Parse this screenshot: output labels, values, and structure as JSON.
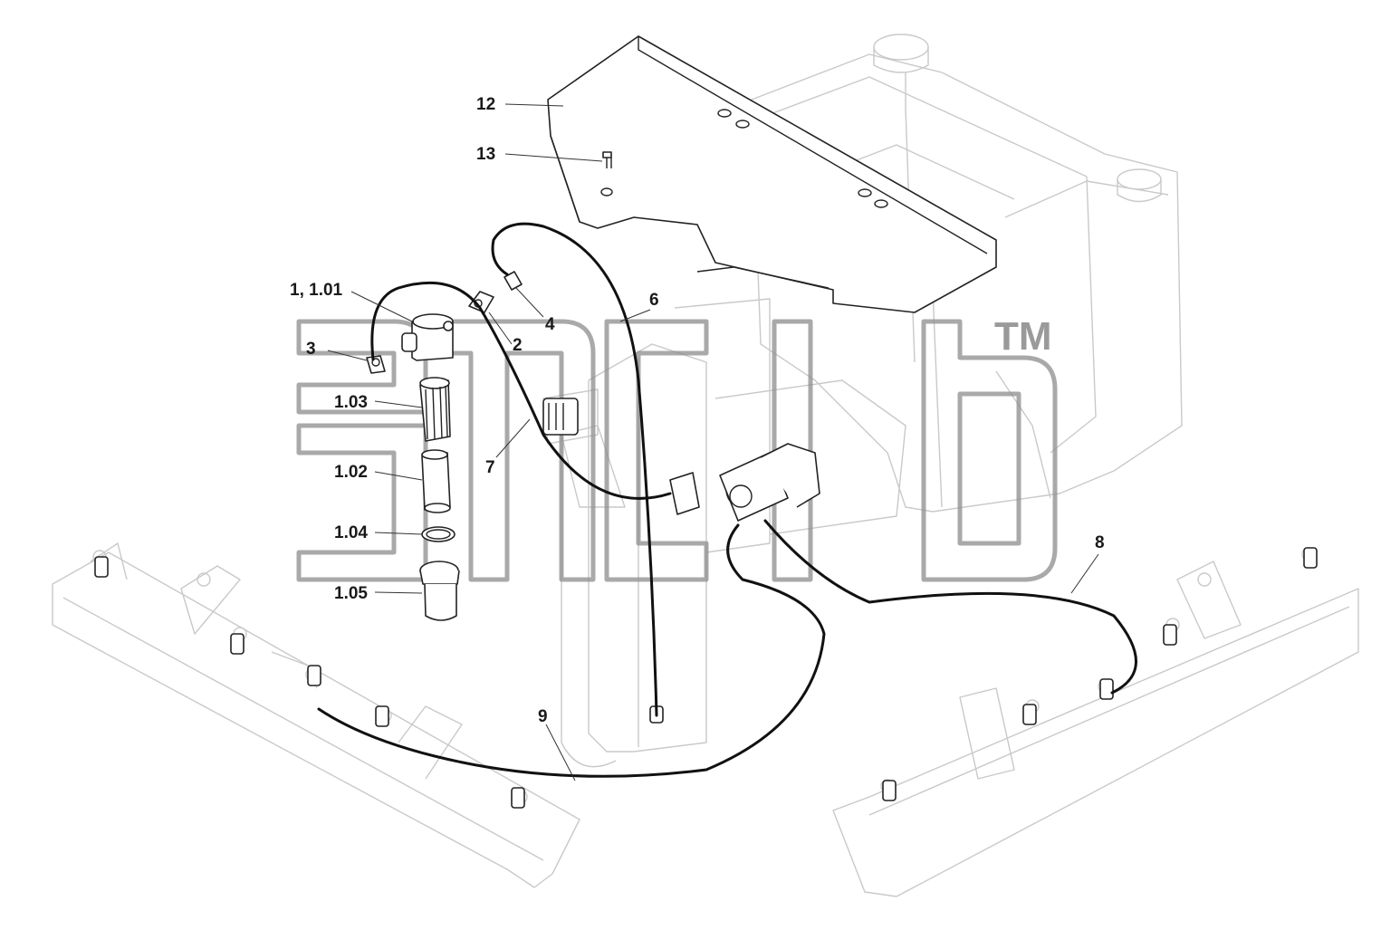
{
  "diagram": {
    "trademark": "TM",
    "callouts": [
      {
        "id": "12",
        "text": "12"
      },
      {
        "id": "13",
        "text": "13"
      },
      {
        "id": "1-101",
        "text": "1, 1.01"
      },
      {
        "id": "3",
        "text": "3"
      },
      {
        "id": "2",
        "text": "2"
      },
      {
        "id": "4",
        "text": "4"
      },
      {
        "id": "6",
        "text": "6"
      },
      {
        "id": "1-03",
        "text": "1.03"
      },
      {
        "id": "7",
        "text": "7"
      },
      {
        "id": "1-02",
        "text": "1.02"
      },
      {
        "id": "1-04",
        "text": "1.04"
      },
      {
        "id": "1-05",
        "text": "1.05"
      },
      {
        "id": "8",
        "text": "8"
      },
      {
        "id": "9",
        "text": "9"
      }
    ]
  }
}
